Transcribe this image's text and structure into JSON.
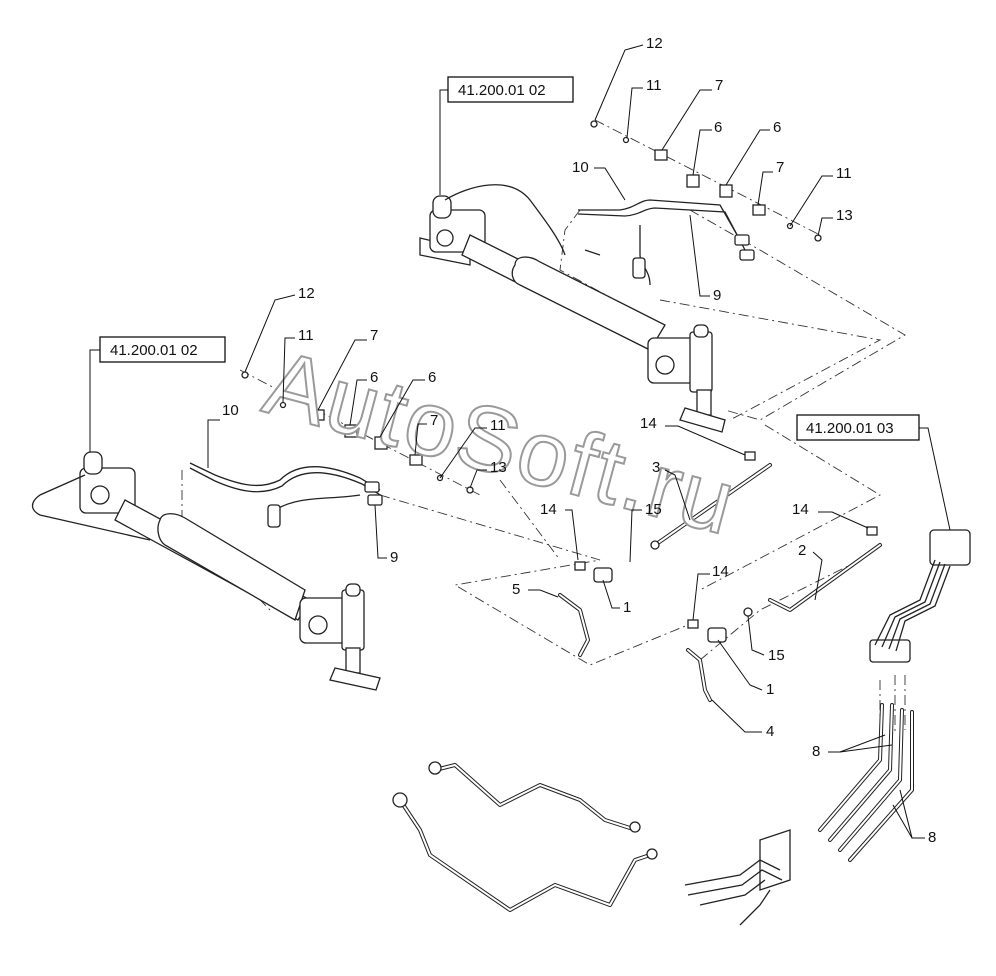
{
  "watermark": "AutoSoft.ru",
  "references": {
    "upper_cylinder": "41.200.01 02",
    "left_cylinder": "41.200.01 02",
    "valve_block": "41.200.01 03"
  },
  "callouts": {
    "u12": "12",
    "u11a": "11",
    "u7a": "7",
    "u6a": "6",
    "u6b": "6",
    "u7b": "7",
    "u11b": "11",
    "u13": "13",
    "u10": "10",
    "u9": "9",
    "l12": "12",
    "l11a": "11",
    "l7a": "7",
    "l6a": "6",
    "l6b": "6",
    "l7b": "7",
    "l11b": "11",
    "l13": "13",
    "l10": "10",
    "l9": "9",
    "c14a": "14",
    "c3": "3",
    "c14b": "14",
    "c15a": "15",
    "c5": "5",
    "c1a": "1",
    "c14c": "14",
    "c2": "2",
    "c14d": "14",
    "c15b": "15",
    "c1b": "1",
    "c4": "4",
    "c8a": "8",
    "c8b": "8"
  },
  "icons": {
    "cylinder": "hydraulic-cylinder-icon",
    "valve": "valve-block-icon"
  }
}
